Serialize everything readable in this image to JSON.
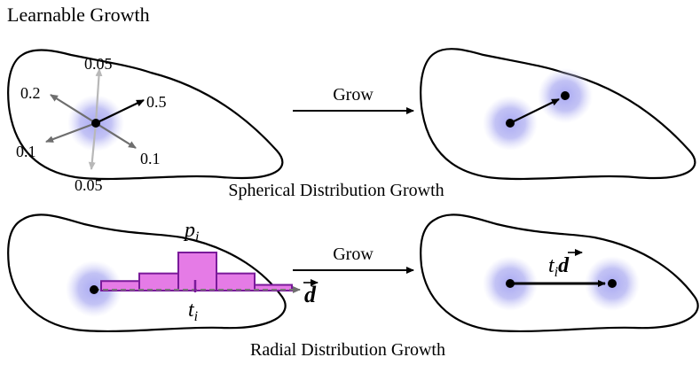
{
  "title": "Learnable Growth",
  "top_panel": {
    "caption": "Spherical Distribution Growth",
    "arrow_label": "Grow",
    "direction_probabilities": {
      "up": "0.05",
      "upper_left": "0.2",
      "right": "0.5",
      "lower_left": "0.1",
      "lower_right": "0.1",
      "down": "0.05"
    }
  },
  "bottom_panel": {
    "caption": "Radial Distribution Growth",
    "arrow_label": "Grow",
    "histogram_label_base": "p",
    "histogram_label_sub": "i",
    "distance_label_base": "t",
    "distance_label_sub": "i",
    "direction_symbol": "d",
    "histogram_values": [
      0.25,
      0.45,
      1.0,
      0.45,
      0.15
    ],
    "result_label_base": "t",
    "result_label_sub": "i",
    "result_label_vec": "d"
  },
  "colors": {
    "glow": "#aaaaf0",
    "histogram_fill": "#e57be6",
    "histogram_stroke": "#7a1a9a",
    "gray_arrow": "#6e6e6e",
    "light_arrow": "#b8b8b8"
  }
}
